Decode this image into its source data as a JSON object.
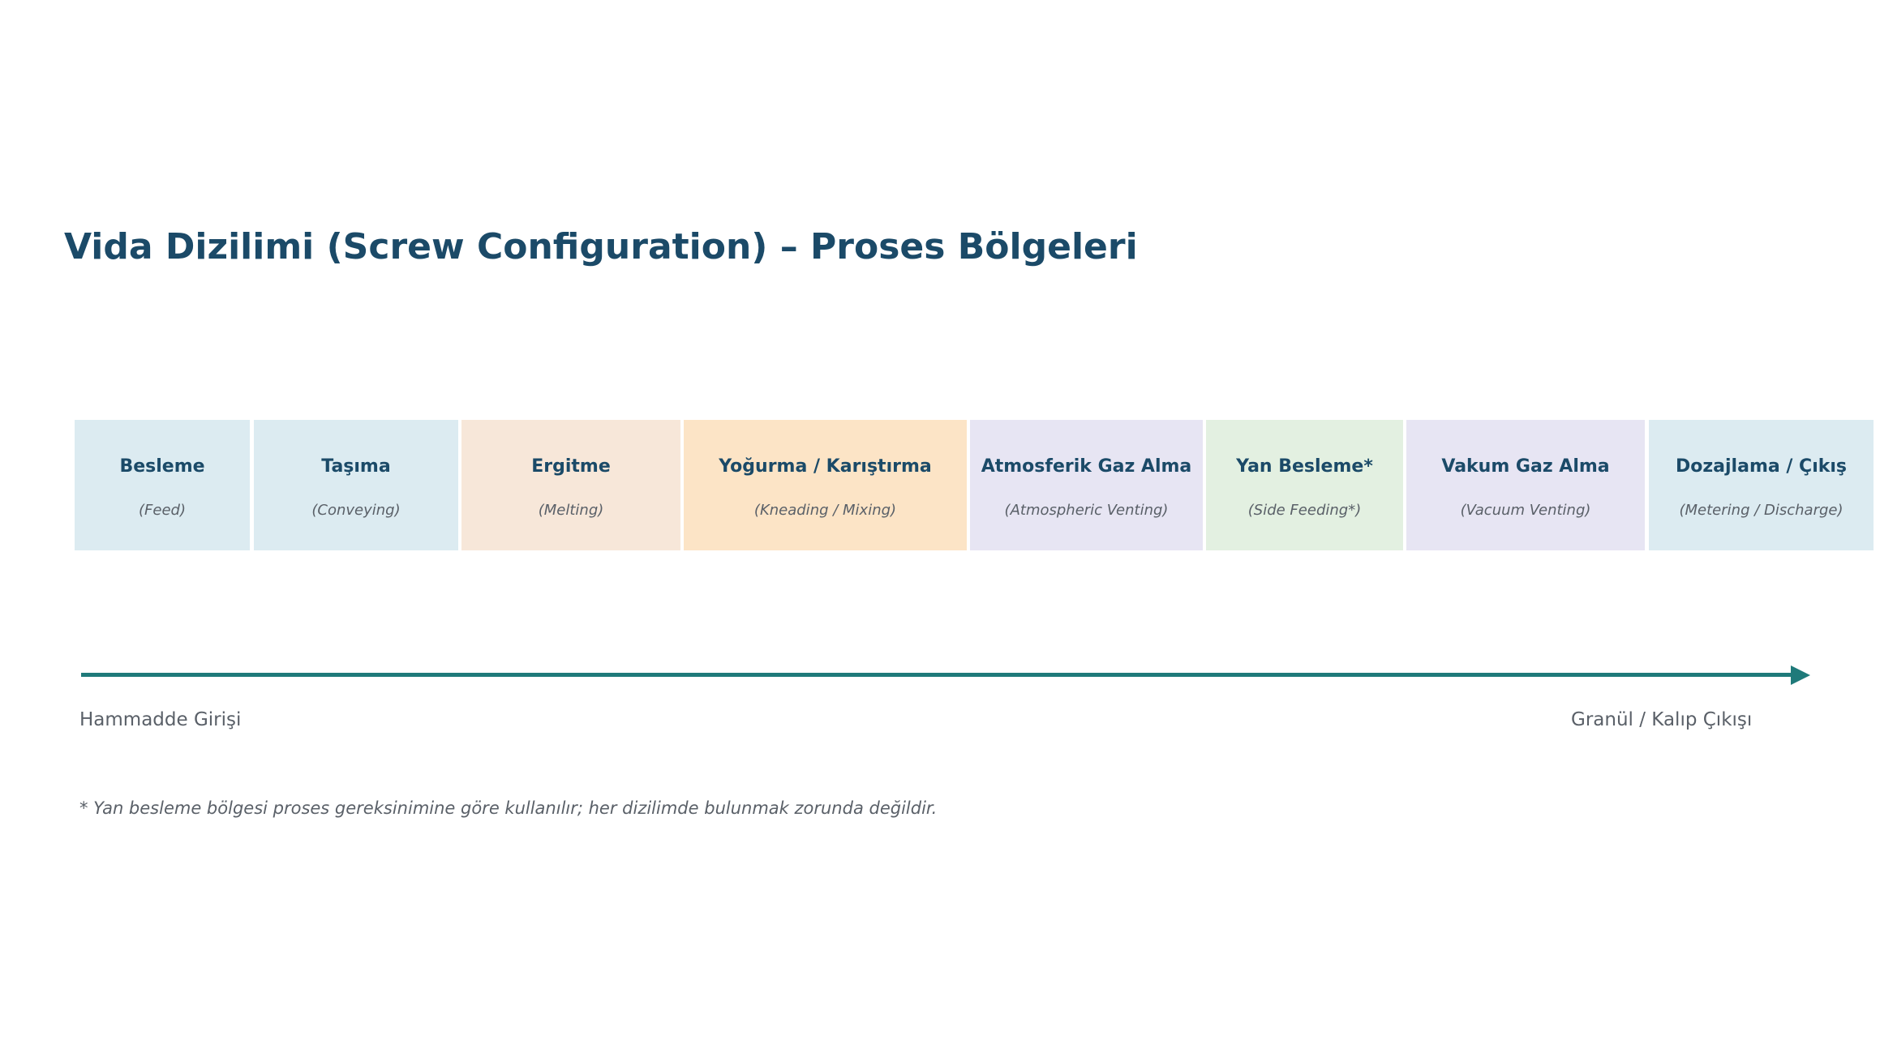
{
  "title": "Vida Dizilimi (Screw Configuration) – Proses Bölgeleri",
  "zones": [
    {
      "label": "Besleme",
      "sub": "(Feed)",
      "color": "#dcebf1"
    },
    {
      "label": "Taşıma",
      "sub": "(Conveying)",
      "color": "#dcebf1"
    },
    {
      "label": "Ergitme",
      "sub": "(Melting)",
      "color": "#f7e7d9"
    },
    {
      "label": "Yoğurma / Karıştırma",
      "sub": "(Kneading / Mixing)",
      "color": "#fce4c6"
    },
    {
      "label": "Atmosferik Gaz Alma",
      "sub": "(Atmospheric Venting)",
      "color": "#e7e5f3"
    },
    {
      "label": "Yan Besleme*",
      "sub": "(Side Feeding*)",
      "color": "#e3f0e1"
    },
    {
      "label": "Vakum Gaz Alma",
      "sub": "(Vacuum Venting)",
      "color": "#e7e5f3"
    },
    {
      "label": "Dozajlama / Çıkış",
      "sub": "(Metering / Discharge)",
      "color": "#dcebf1"
    }
  ],
  "flow": {
    "start_label": "Hammadde Girişi",
    "end_label": "Granül / Kalıp Çıkışı",
    "color": "#1f7a7a"
  },
  "footnote": "* Yan besleme bölgesi proses gereksinimine göre kullanılır; her dizilimde bulunmak zorunda değildir.",
  "colors": {
    "title": "#1b4a68",
    "muted_text": "#5a6068"
  }
}
